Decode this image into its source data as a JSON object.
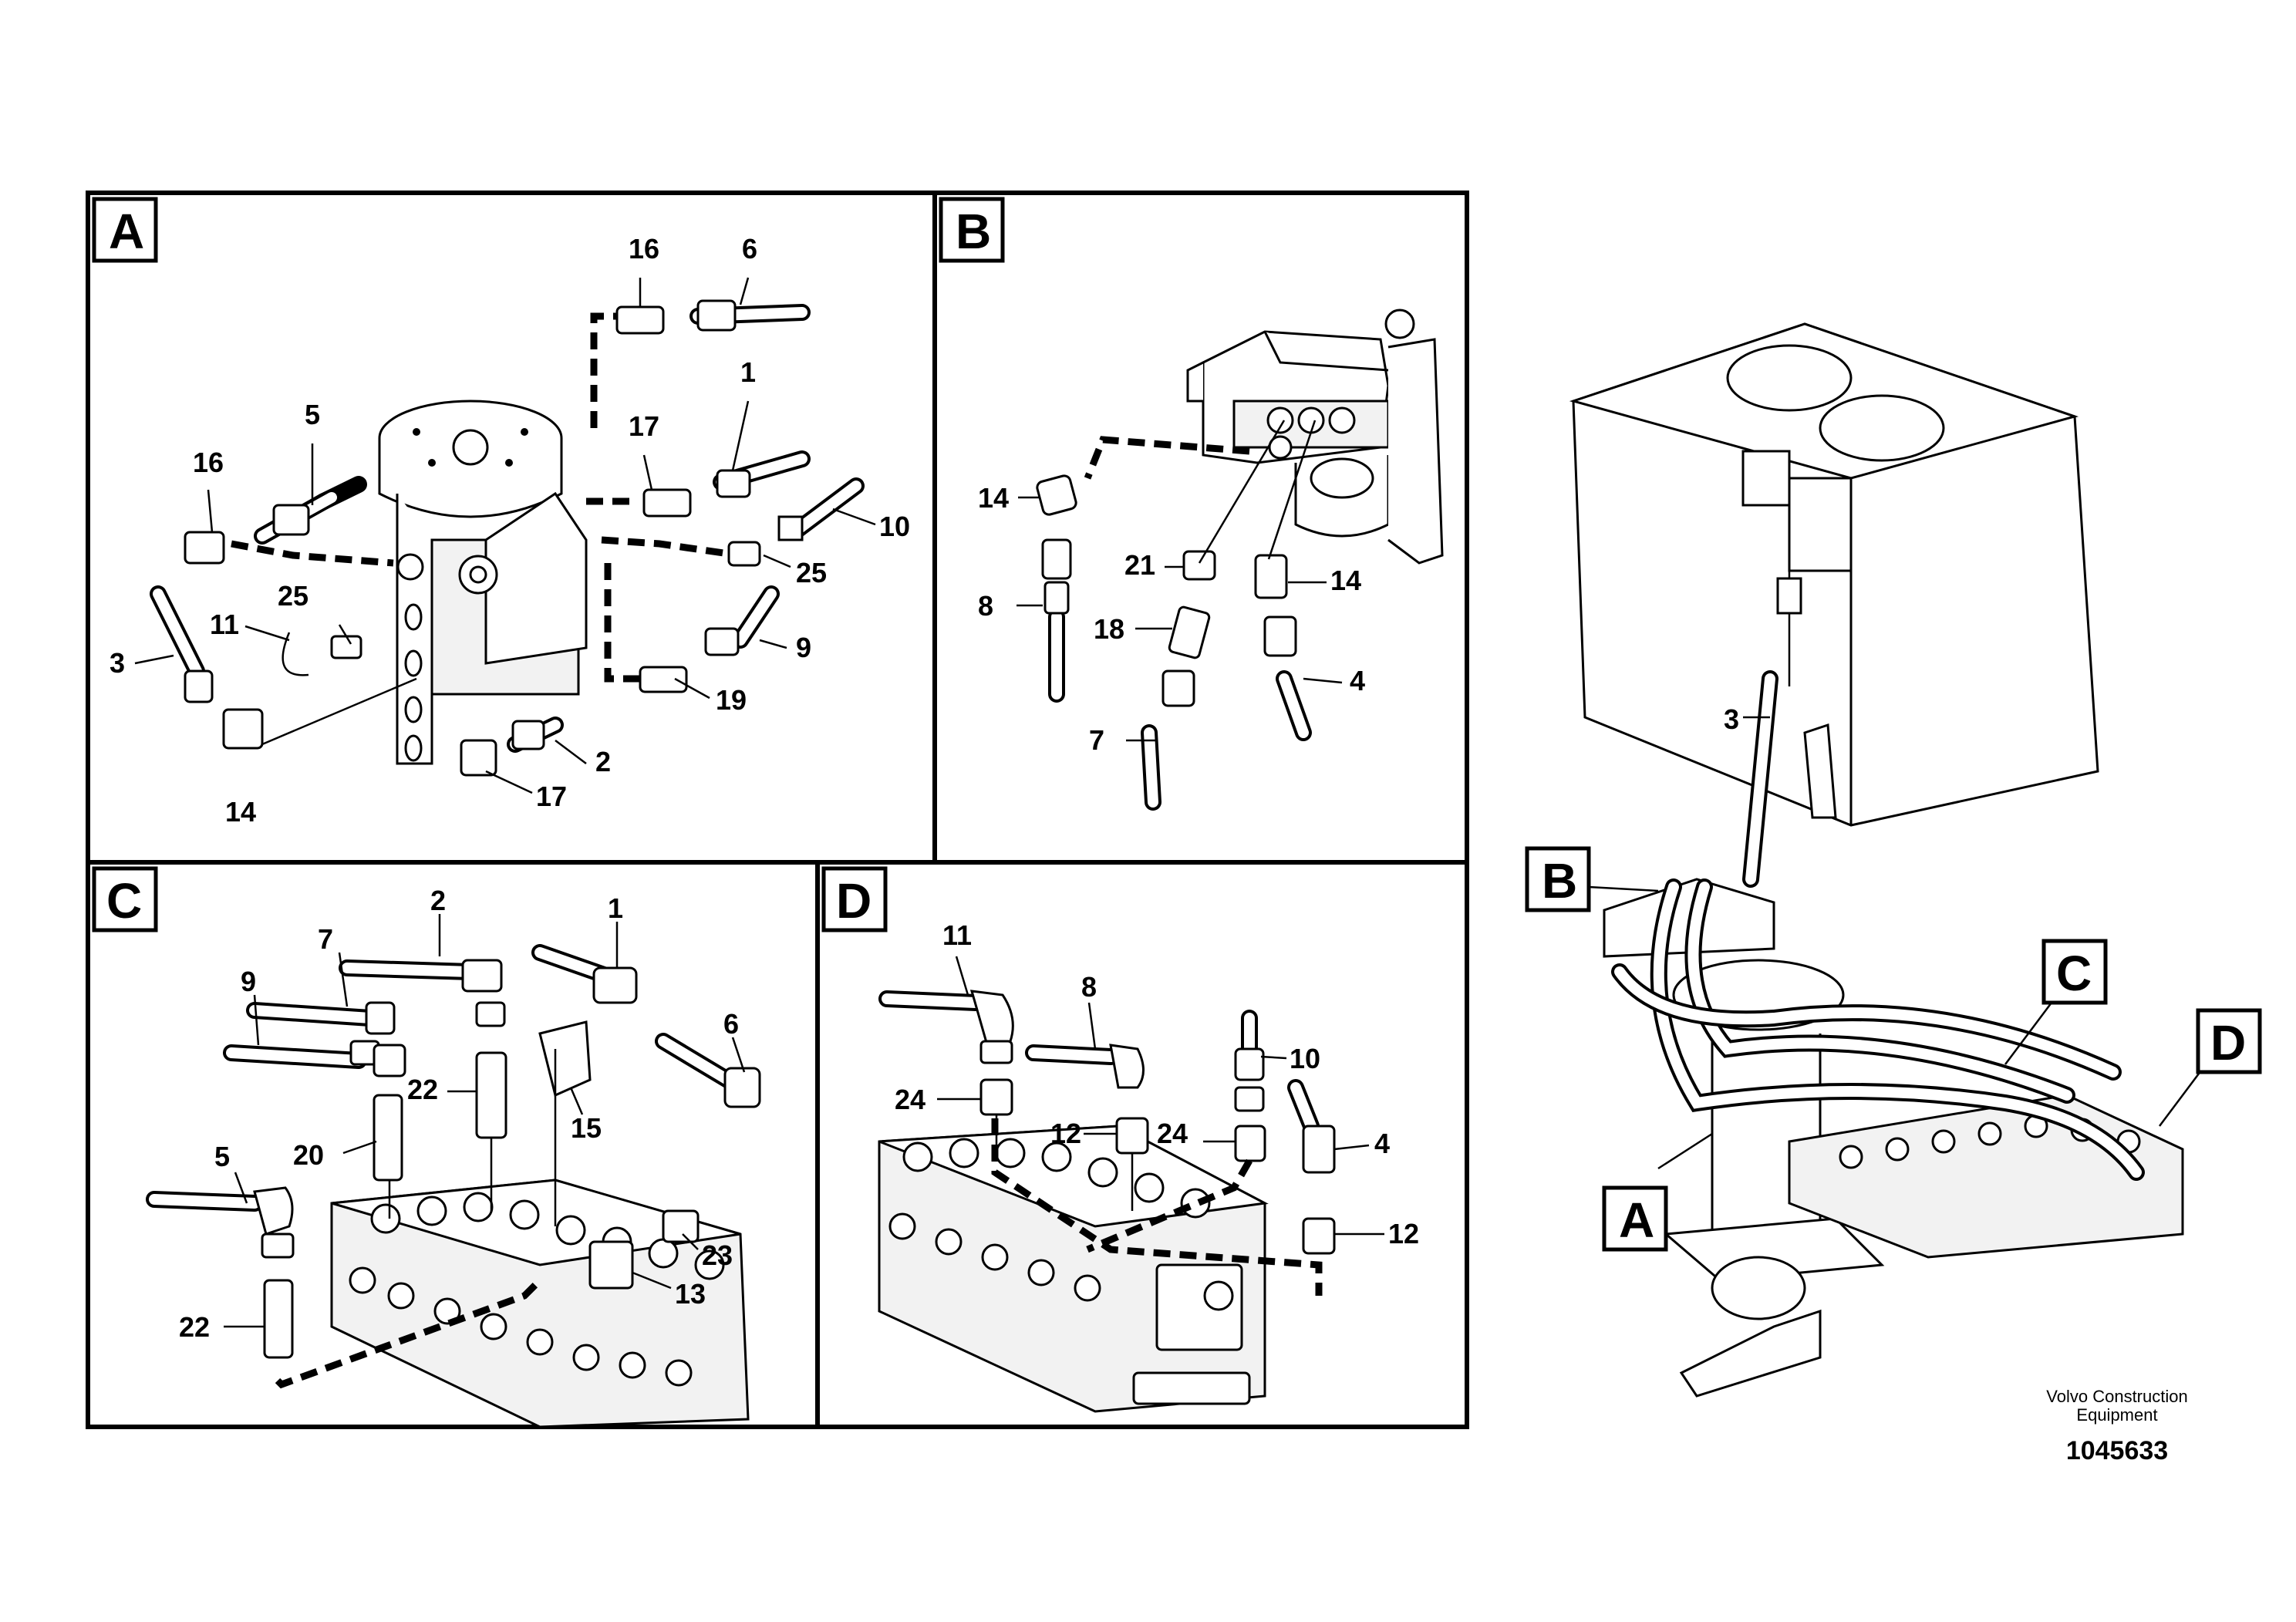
{
  "panels": {
    "A": {
      "label": "A",
      "callouts": [
        "16",
        "6",
        "5",
        "16",
        "17",
        "1",
        "25",
        "11",
        "3",
        "10",
        "25",
        "9",
        "19",
        "14",
        "2",
        "17"
      ]
    },
    "B": {
      "label": "B",
      "callouts": [
        "14",
        "8",
        "21",
        "18",
        "14",
        "4",
        "7"
      ]
    },
    "C": {
      "label": "C",
      "callouts": [
        "2",
        "1",
        "7",
        "9",
        "6",
        "22",
        "15",
        "20",
        "5",
        "23",
        "13",
        "22"
      ]
    },
    "D": {
      "label": "D",
      "callouts": [
        "11",
        "8",
        "10",
        "24",
        "12",
        "24",
        "4",
        "12"
      ]
    }
  },
  "overview": {
    "labels": [
      "B",
      "C",
      "D",
      "A"
    ],
    "callouts": [
      "3"
    ]
  },
  "credit": {
    "line1": "Volvo Construction",
    "line2": "Equipment"
  },
  "doc_number": "1045633"
}
